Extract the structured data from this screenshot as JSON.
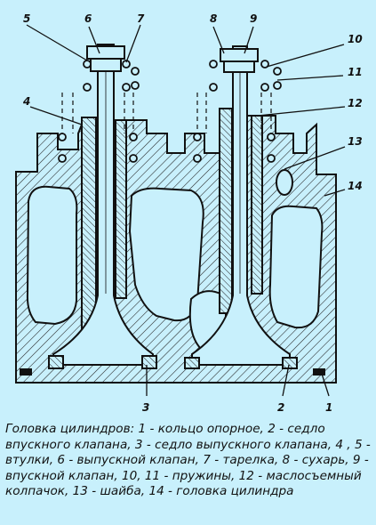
{
  "figure": {
    "callouts": [
      "1",
      "2",
      "3",
      "4",
      "5",
      "6",
      "7",
      "8",
      "9",
      "10",
      "11",
      "12",
      "13",
      "14"
    ]
  },
  "caption": {
    "text": "Головка цилиндров: 1 - кольцо опорное, 2 - седло впускного клапана, 3 - седло выпускного клапана, 4 , 5 - втулки, 6 - выпускной клапан, 7 - тарелка, 8 - сухарь, 9 - впускной клапан, 10, 11 - пружины, 12 - маслосъемный колпачок, 13 - шайба, 14 - головка цилиндра"
  },
  "colors": {
    "background": "#c8f0fc",
    "ink": "#111111"
  }
}
